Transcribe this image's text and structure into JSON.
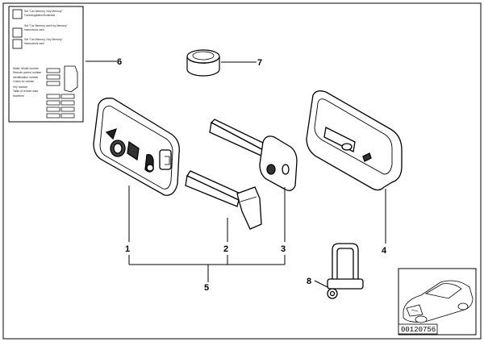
{
  "diagram": {
    "callouts": {
      "c1": "1",
      "c2": "2",
      "c3": "3",
      "c4": "4",
      "c5": "5",
      "c6": "6",
      "c7": "7",
      "c8": "8"
    },
    "document_id": "00120756",
    "info_card": {
      "line1": "Set \"Car Memory, Key Memory\"",
      "line2": "Fahrzeugdaten/Schlüssel",
      "line3": "Set \"Car Memory and Key Memory\"",
      "line4": "instructions card",
      "line5": "Set \"Car Memory, Key Memory\"",
      "line6": "instructions card",
      "line7": "Make: Model number",
      "line8": "Remote control number",
      "line9": "Identification number",
      "line10": "Codes for vehicle",
      "line11": "Key number",
      "line12": "Table of remote data",
      "line13": "Numbers"
    }
  }
}
